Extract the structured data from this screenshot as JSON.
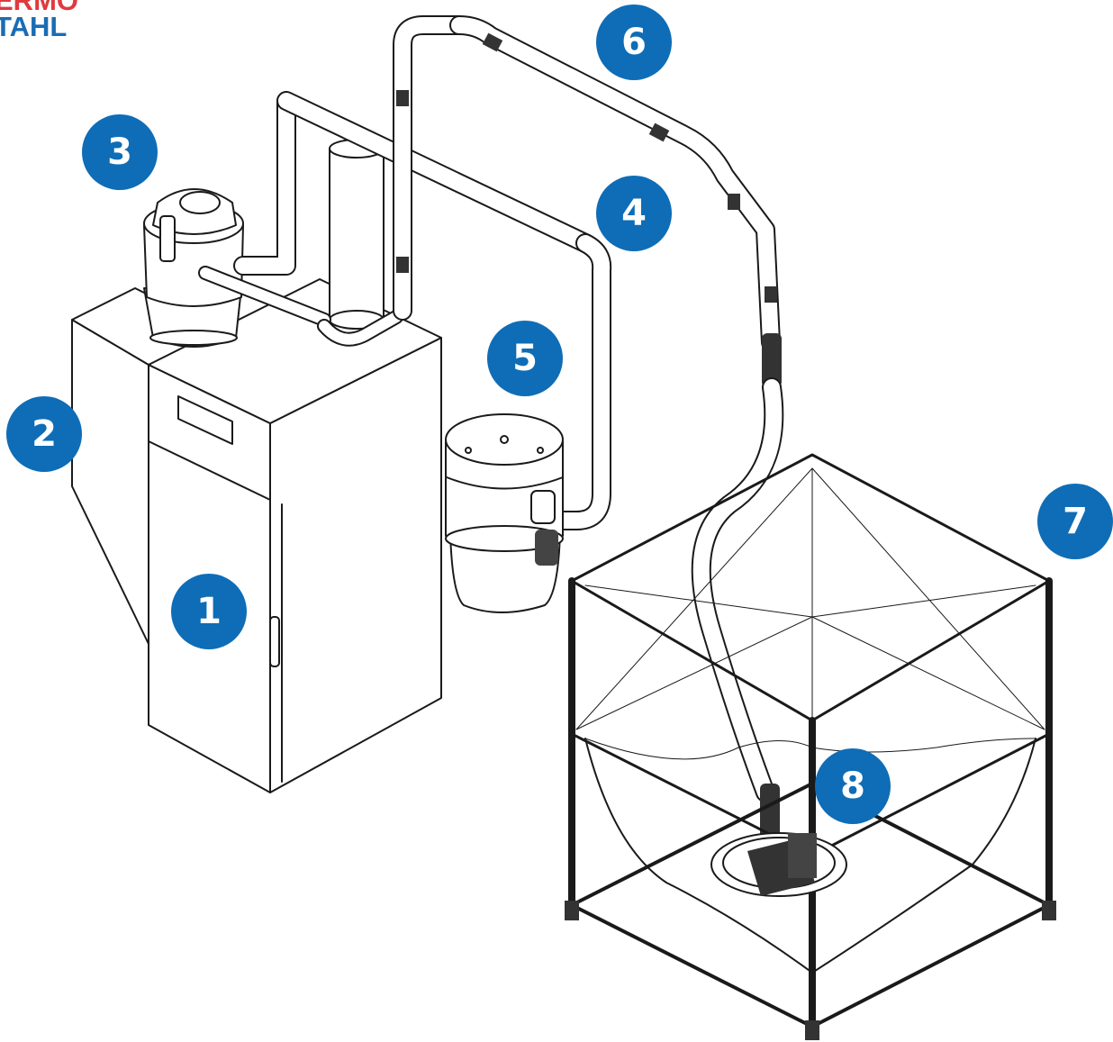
{
  "logo": {
    "line1": "ERMO",
    "line2": "TAHL",
    "line1_color": "#e03a3e",
    "line2_color": "#1a6cb5"
  },
  "badge_color": "#0e6db6",
  "callouts": [
    {
      "id": "1",
      "label": "1"
    },
    {
      "id": "2",
      "label": "2"
    },
    {
      "id": "3",
      "label": "3"
    },
    {
      "id": "4",
      "label": "4"
    },
    {
      "id": "5",
      "label": "5"
    },
    {
      "id": "6",
      "label": "6"
    },
    {
      "id": "7",
      "label": "7"
    },
    {
      "id": "8",
      "label": "8"
    }
  ]
}
